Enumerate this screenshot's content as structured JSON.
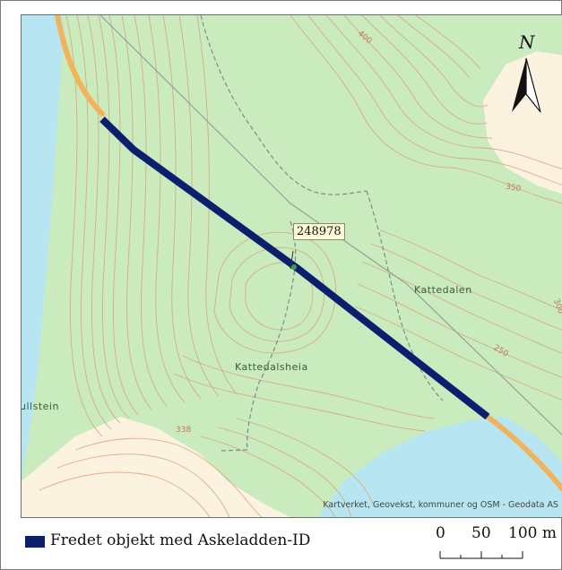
{
  "map": {
    "callout_id": "248978",
    "place_labels": {
      "kattedalen": "Kattedalen",
      "kattedalsheia": "Kattedalsheia",
      "ulstein": "ullstein"
    },
    "contour_labels": {
      "c400": "400",
      "c350": "350",
      "c300": "300",
      "c250": "250",
      "c338": "338"
    },
    "attribution": "Kartverket, Geovekst, kommuner og OSM - Geodata AS",
    "north_letter": "N"
  },
  "legend": {
    "swatch_color": "#0c1f6e",
    "label": "Fredet objekt med Askeladden-ID"
  },
  "scalebar": {
    "labels": [
      "0",
      "50",
      "100 m"
    ]
  },
  "colors": {
    "land": "#c9ebbd",
    "water": "#b7e6f2",
    "contour": "#d9a27a",
    "bare_ground": "#fbf2df",
    "road": "#f2b35c",
    "feature_line": "#0c1f6e"
  }
}
